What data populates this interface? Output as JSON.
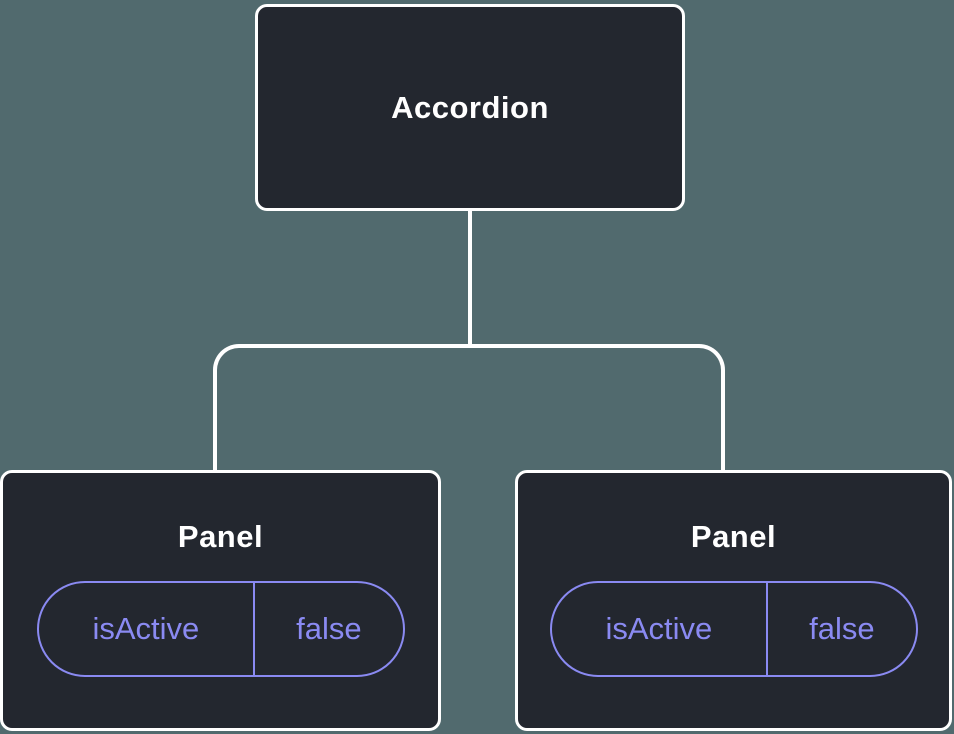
{
  "diagram": {
    "root": {
      "label": "Accordion"
    },
    "panels": [
      {
        "label": "Panel",
        "state": {
          "key": "isActive",
          "value": "false"
        }
      },
      {
        "label": "Panel",
        "state": {
          "key": "isActive",
          "value": "false"
        }
      }
    ],
    "colors": {
      "background": "#516a6e",
      "node_bg": "#23272f",
      "node_border": "#ffffff",
      "connector": "#ffffff",
      "state_accent": "#8a8af2"
    }
  }
}
